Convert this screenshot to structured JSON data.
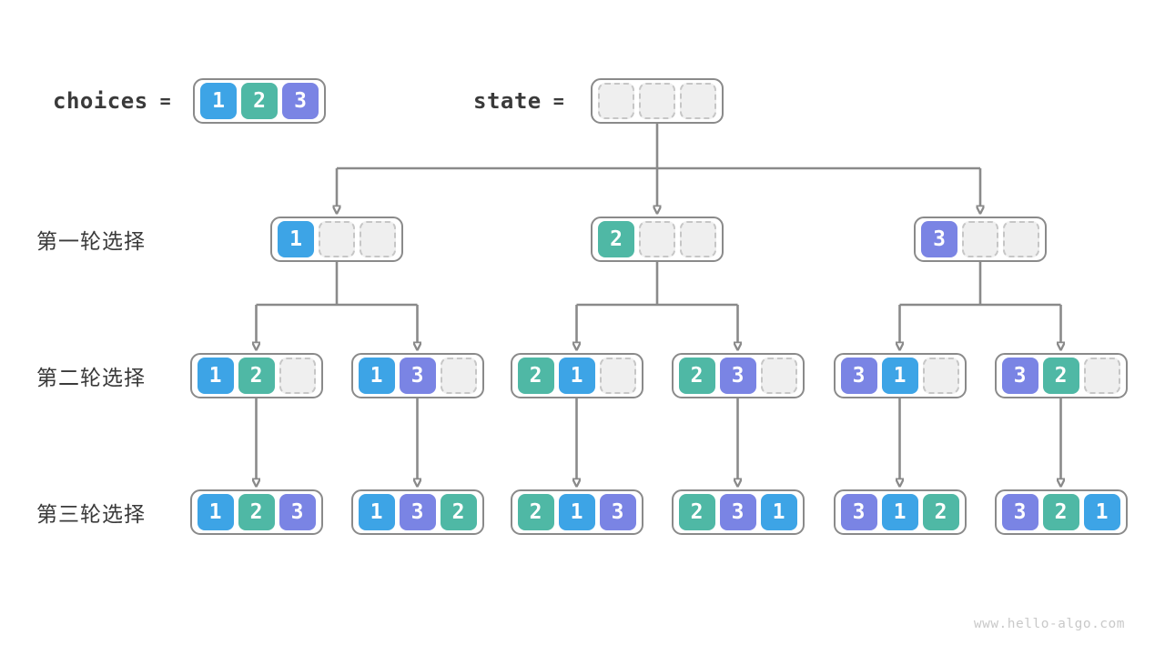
{
  "header": {
    "choices_label": "choices",
    "choices_equals": "=",
    "choices_cells": [
      "1",
      "2",
      "3"
    ],
    "state_label": "state",
    "state_equals": "=",
    "state_cells": [
      "",
      "",
      ""
    ]
  },
  "rounds": [
    {
      "label": "第一轮选择",
      "boxes": [
        [
          "1",
          "",
          ""
        ],
        [
          "2",
          "",
          ""
        ],
        [
          "3",
          "",
          ""
        ]
      ]
    },
    {
      "label": "第二轮选择",
      "boxes": [
        [
          "1",
          "2",
          ""
        ],
        [
          "1",
          "3",
          ""
        ],
        [
          "2",
          "1",
          ""
        ],
        [
          "2",
          "3",
          ""
        ],
        [
          "3",
          "1",
          ""
        ],
        [
          "3",
          "2",
          ""
        ]
      ]
    },
    {
      "label": "第三轮选择",
      "boxes": [
        [
          "1",
          "2",
          "3"
        ],
        [
          "1",
          "3",
          "2"
        ],
        [
          "2",
          "1",
          "3"
        ],
        [
          "2",
          "3",
          "1"
        ],
        [
          "3",
          "1",
          "2"
        ],
        [
          "3",
          "2",
          "1"
        ]
      ]
    }
  ],
  "colors": {
    "cell_1": "#3DA4E6",
    "cell_2": "#4FB8A5",
    "cell_3": "#7A84E4",
    "empty_fill": "#EFEFEF",
    "empty_border": "#C6C6C6",
    "box_border": "#8A8A8A",
    "arrow": "#8A8A8A",
    "text": "#3A3A3A"
  },
  "watermark": "www.hello-algo.com"
}
